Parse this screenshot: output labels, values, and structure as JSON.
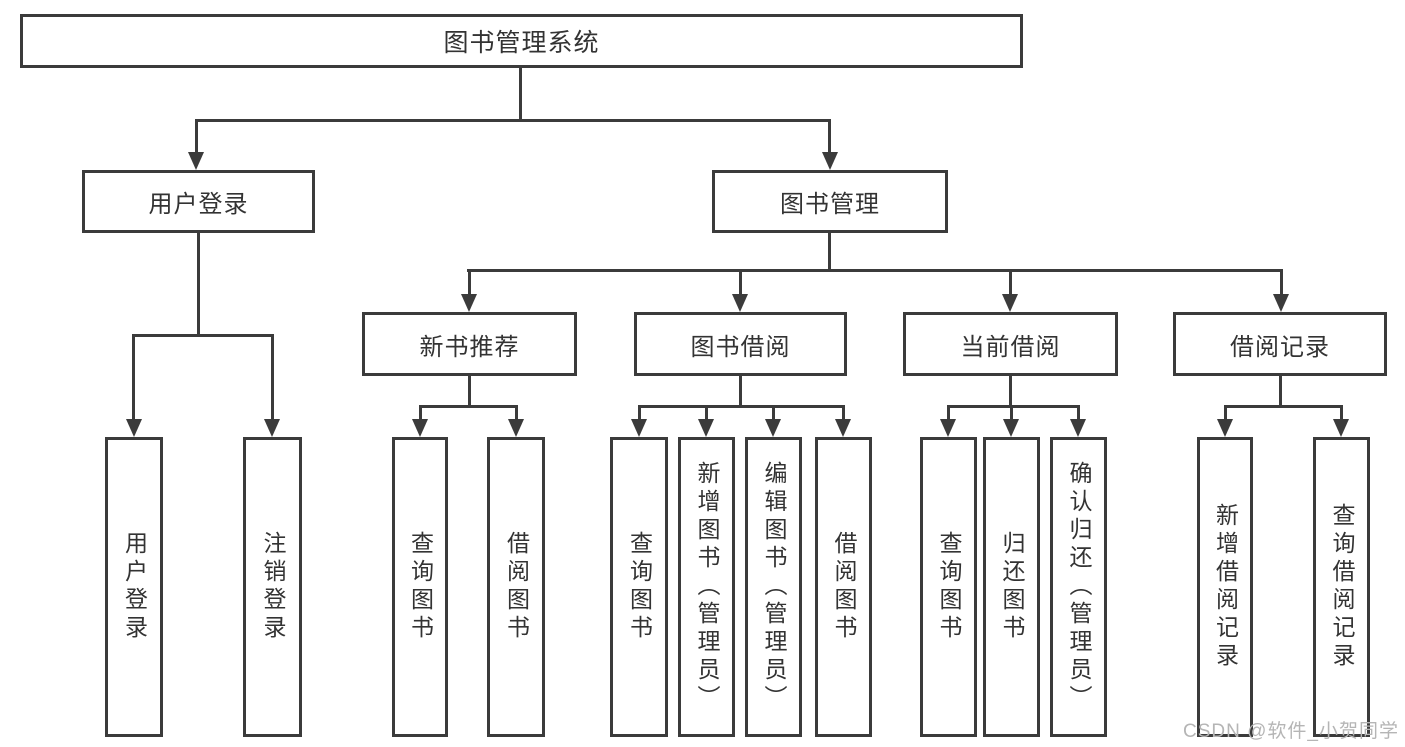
{
  "tree": {
    "root": "图书管理系统",
    "children": [
      {
        "label": "用户登录",
        "children": [
          "用户登录",
          "注销登录"
        ]
      },
      {
        "label": "图书管理",
        "children": [
          {
            "label": "新书推荐",
            "children": [
              "查询图书",
              "借阅图书"
            ]
          },
          {
            "label": "图书借阅",
            "children": [
              "查询图书",
              "新增图书（管理员）",
              "编辑图书（管理员）",
              "借阅图书"
            ]
          },
          {
            "label": "当前借阅",
            "children": [
              "查询图书",
              "归还图书",
              "确认归还（管理员）"
            ]
          },
          {
            "label": "借阅记录",
            "children": [
              "新增借阅记录",
              "查询借阅记录"
            ]
          }
        ]
      }
    ]
  },
  "watermark": {
    "text": "CSDN @软件_小贺同学"
  },
  "colors": {
    "line": "#3b3b3b",
    "text": "#333333",
    "watermark": "#b5b5b5",
    "background": "#ffffff"
  }
}
